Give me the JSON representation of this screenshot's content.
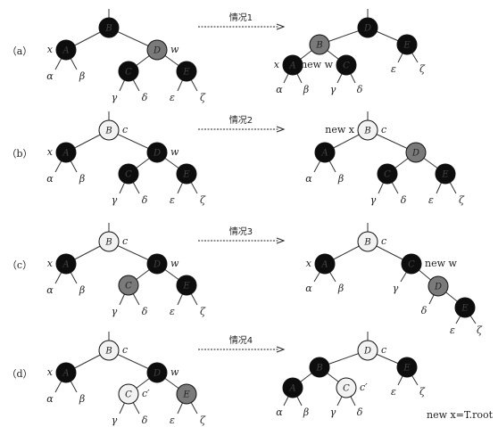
{
  "colors": {
    "black": "#0d0d0d",
    "gray": "#7a7a7a",
    "light": "#f2f2f2",
    "edge": "#333333"
  },
  "panels": [
    {
      "case": "（a）",
      "arrow": "情况1",
      "left": {
        "nodes": [
          {
            "id": "B",
            "label": "B",
            "fill": "black"
          },
          {
            "id": "A",
            "label": "A",
            "fill": "black",
            "ann": "x",
            "annSide": "left"
          },
          {
            "id": "D",
            "label": "D",
            "fill": "gray",
            "ann": "w",
            "annSide": "right"
          },
          {
            "id": "C",
            "label": "C",
            "fill": "black"
          },
          {
            "id": "E",
            "label": "E",
            "fill": "black"
          }
        ],
        "leaves": [
          "α",
          "β",
          "γ",
          "δ",
          "ε",
          "ζ"
        ]
      },
      "right": {
        "nodes": [
          {
            "id": "D",
            "label": "D",
            "fill": "black"
          },
          {
            "id": "B",
            "label": "B",
            "fill": "gray"
          },
          {
            "id": "E",
            "label": "E",
            "fill": "black"
          },
          {
            "id": "A",
            "label": "A",
            "fill": "black",
            "ann": "x",
            "annSide": "left"
          },
          {
            "id": "C",
            "label": "C",
            "fill": "black",
            "ann": "new w",
            "annSide": "left"
          }
        ],
        "leaves": [
          "α",
          "β",
          "γ",
          "δ",
          "ε",
          "ζ"
        ]
      }
    },
    {
      "case": "（b）",
      "arrow": "情况2",
      "left": {
        "nodes": [
          {
            "id": "B",
            "label": "B",
            "fill": "light",
            "ann": "c",
            "annSide": "right"
          },
          {
            "id": "A",
            "label": "A",
            "fill": "black",
            "ann": "x",
            "annSide": "left"
          },
          {
            "id": "D",
            "label": "D",
            "fill": "black",
            "ann": "w",
            "annSide": "right"
          },
          {
            "id": "C",
            "label": "C",
            "fill": "black"
          },
          {
            "id": "E",
            "label": "E",
            "fill": "black"
          }
        ],
        "leaves": [
          "α",
          "β",
          "γ",
          "δ",
          "ε",
          "ζ"
        ]
      },
      "right": {
        "nodes": [
          {
            "id": "B",
            "label": "B",
            "fill": "light",
            "ann": "c",
            "annSide": "right",
            "ann2": "new x",
            "ann2Side": "left"
          },
          {
            "id": "A",
            "label": "A",
            "fill": "black"
          },
          {
            "id": "D",
            "label": "D",
            "fill": "gray"
          },
          {
            "id": "C",
            "label": "C",
            "fill": "black"
          },
          {
            "id": "E",
            "label": "E",
            "fill": "black"
          }
        ],
        "leaves": [
          "α",
          "β",
          "γ",
          "δ",
          "ε",
          "ζ"
        ]
      }
    },
    {
      "case": "（c）",
      "arrow": "情况3",
      "left": {
        "nodes": [
          {
            "id": "B",
            "label": "B",
            "fill": "light",
            "ann": "c",
            "annSide": "right"
          },
          {
            "id": "A",
            "label": "A",
            "fill": "black",
            "ann": "x",
            "annSide": "left"
          },
          {
            "id": "D",
            "label": "D",
            "fill": "black",
            "ann": "w",
            "annSide": "right"
          },
          {
            "id": "C",
            "label": "C",
            "fill": "gray"
          },
          {
            "id": "E",
            "label": "E",
            "fill": "black"
          }
        ],
        "leaves": [
          "α",
          "β",
          "γ",
          "δ",
          "ε",
          "ζ"
        ]
      },
      "right": {
        "nodes": [
          {
            "id": "B",
            "label": "B",
            "fill": "light",
            "ann": "c",
            "annSide": "right"
          },
          {
            "id": "A",
            "label": "A",
            "fill": "black",
            "ann": "x",
            "annSide": "left"
          },
          {
            "id": "C",
            "label": "C",
            "fill": "black",
            "ann": "new w",
            "annSide": "right"
          },
          {
            "id": "D",
            "label": "D",
            "fill": "gray"
          },
          {
            "id": "E",
            "label": "E",
            "fill": "black"
          }
        ],
        "leaves": [
          "α",
          "β",
          "γ",
          "δ",
          "ε",
          "ζ"
        ]
      }
    },
    {
      "case": "（d）",
      "arrow": "情况4",
      "left": {
        "nodes": [
          {
            "id": "B",
            "label": "B",
            "fill": "light",
            "ann": "c",
            "annSide": "right"
          },
          {
            "id": "A",
            "label": "A",
            "fill": "black",
            "ann": "x",
            "annSide": "left"
          },
          {
            "id": "D",
            "label": "D",
            "fill": "black",
            "ann": "w",
            "annSide": "right"
          },
          {
            "id": "C",
            "label": "C",
            "fill": "light",
            "ann": "c′",
            "annSide": "right"
          },
          {
            "id": "E",
            "label": "E",
            "fill": "gray"
          }
        ],
        "leaves": [
          "α",
          "β",
          "γ",
          "δ",
          "ε",
          "ζ"
        ]
      },
      "right": {
        "nodes": [
          {
            "id": "D",
            "label": "D",
            "fill": "light",
            "ann": "c",
            "annSide": "right"
          },
          {
            "id": "B",
            "label": "B",
            "fill": "black"
          },
          {
            "id": "E",
            "label": "E",
            "fill": "black"
          },
          {
            "id": "A",
            "label": "A",
            "fill": "black"
          },
          {
            "id": "C",
            "label": "C",
            "fill": "light",
            "ann": "c′",
            "annSide": "right"
          }
        ],
        "leaves": [
          "α",
          "β",
          "γ",
          "δ",
          "ε",
          "ζ"
        ],
        "footnote": "new x=T.root"
      }
    }
  ]
}
